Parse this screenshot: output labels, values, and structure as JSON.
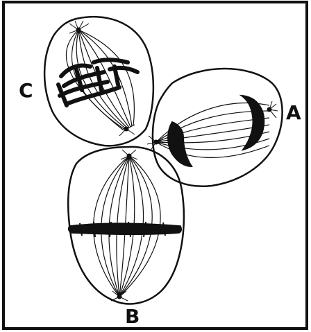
{
  "labels": {
    "a": "A",
    "b": "B",
    "c": "C"
  },
  "colors": {
    "ink": "#111111",
    "background": "#ffffff"
  }
}
